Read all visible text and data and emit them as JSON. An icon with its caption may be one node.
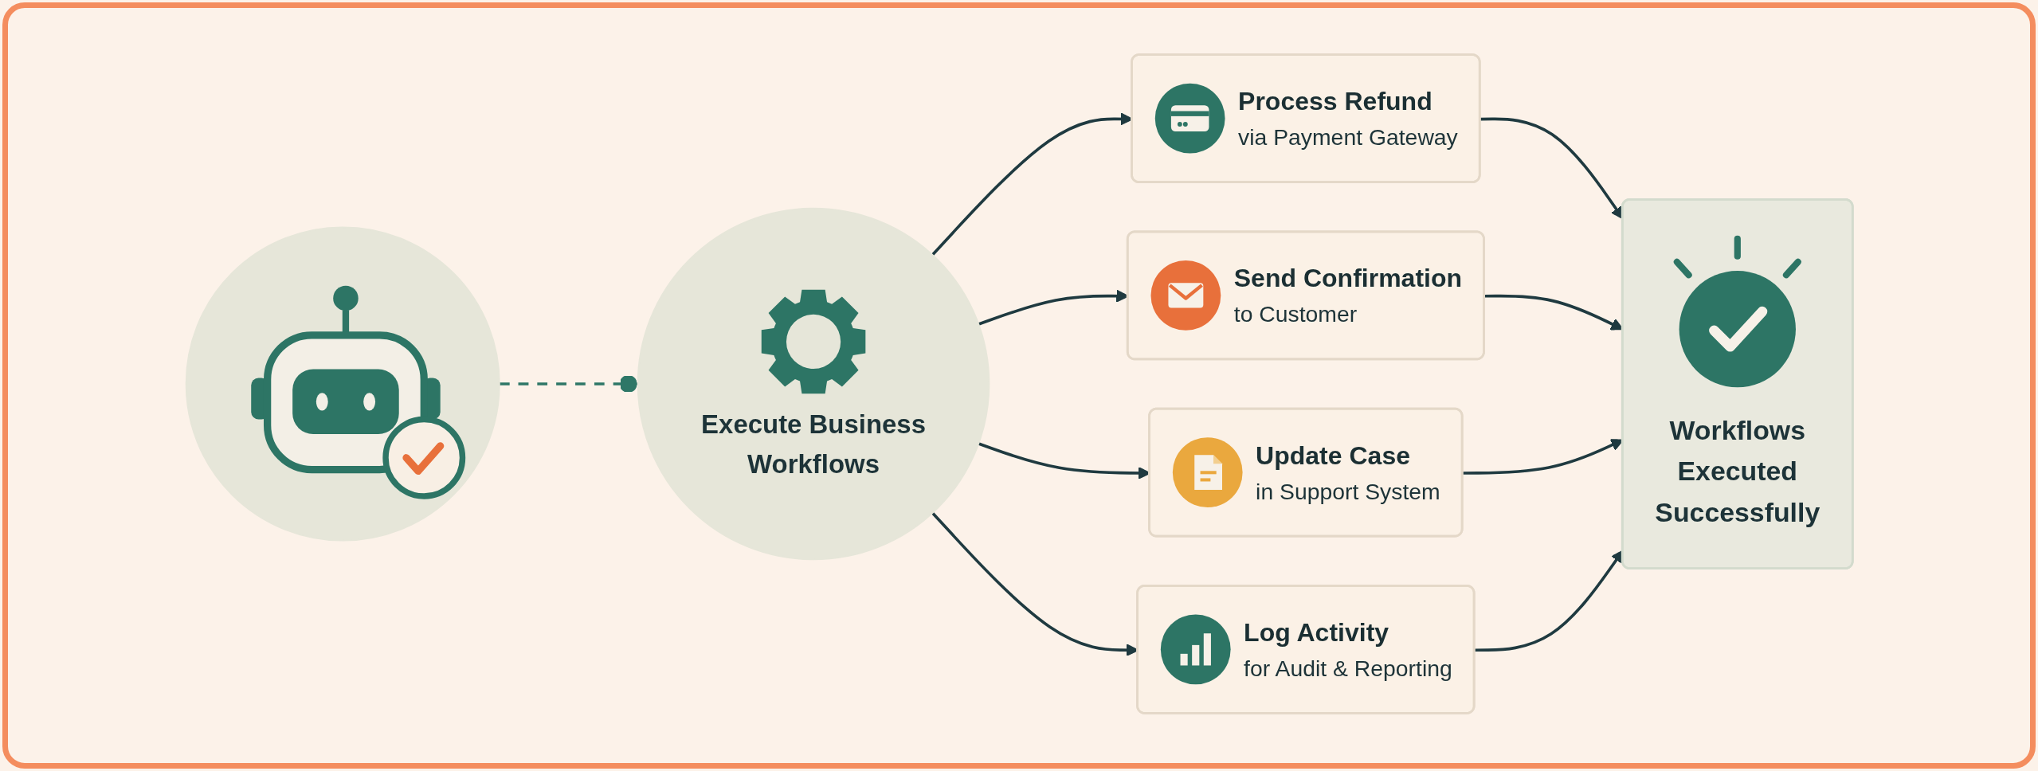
{
  "diagram": {
    "nodes": [
      {
        "text": [],
        "shape": "circle"
      },
      {
        "text": [
          "Execute Business Workflows"
        ]
      },
      {
        "text": [
          "Process Refund",
          "via Payment Gateway"
        ]
      },
      {
        "text": [
          "Send Confirmation",
          "to Customer"
        ]
      },
      {
        "text": [
          "Update Case",
          "in Support System"
        ]
      },
      {
        "text": [
          "Log Activity",
          "for Audit & Reporting"
        ]
      },
      {
        "text": [
          "Workflows Executed Successfully"
        ]
      }
    ],
    "edges": [
      {
        "from": 0,
        "to": 1,
        "arrow": "other",
        "style": "dashed",
        "color": "#2e7767"
      },
      {
        "from": 1,
        "to": 2,
        "arrow": "to"
      },
      {
        "from": 1,
        "to": 3,
        "arrow": "to"
      },
      {
        "from": 1,
        "to": 4,
        "arrow": "to"
      },
      {
        "from": 1,
        "to": 5,
        "arrow": "to"
      },
      {
        "from": 2,
        "to": 6,
        "arrow": "to"
      },
      {
        "from": 3,
        "to": 6,
        "arrow": "to"
      },
      {
        "from": 4,
        "to": 6,
        "arrow": "to"
      },
      {
        "from": 5,
        "to": 6,
        "arrow": "to"
      }
    ]
  }
}
